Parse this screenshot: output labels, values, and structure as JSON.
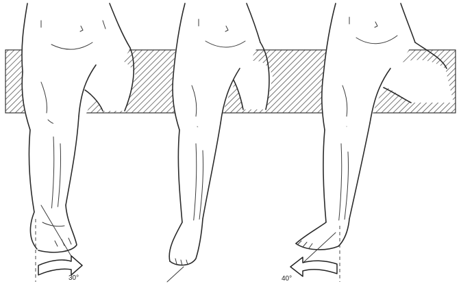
{
  "figure": {
    "panels": [
      {
        "angle_label": "30°",
        "rotation_direction": "external"
      },
      {
        "angle_label": "",
        "rotation_direction": "neutral"
      },
      {
        "angle_label": "40°",
        "rotation_direction": "internal"
      }
    ]
  }
}
